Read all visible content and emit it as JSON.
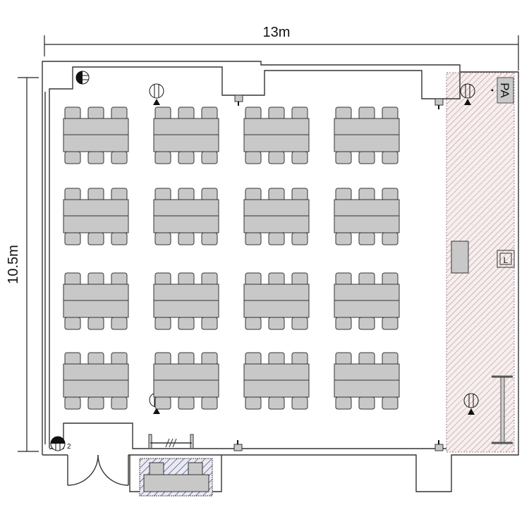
{
  "dimensions": {
    "width_label": "13m",
    "height_label": "10.5m"
  },
  "stage": {
    "pa_label": "PA",
    "lectern_mark": "L",
    "fill_color": "#f6e9ea",
    "hatch_color": "#b08a8c"
  },
  "seating": {
    "rows": 4,
    "columns": 4,
    "chairs_per_side": 3,
    "table_color": "#c8c8c8"
  },
  "fixtures": {
    "outlet_number": "2"
  }
}
